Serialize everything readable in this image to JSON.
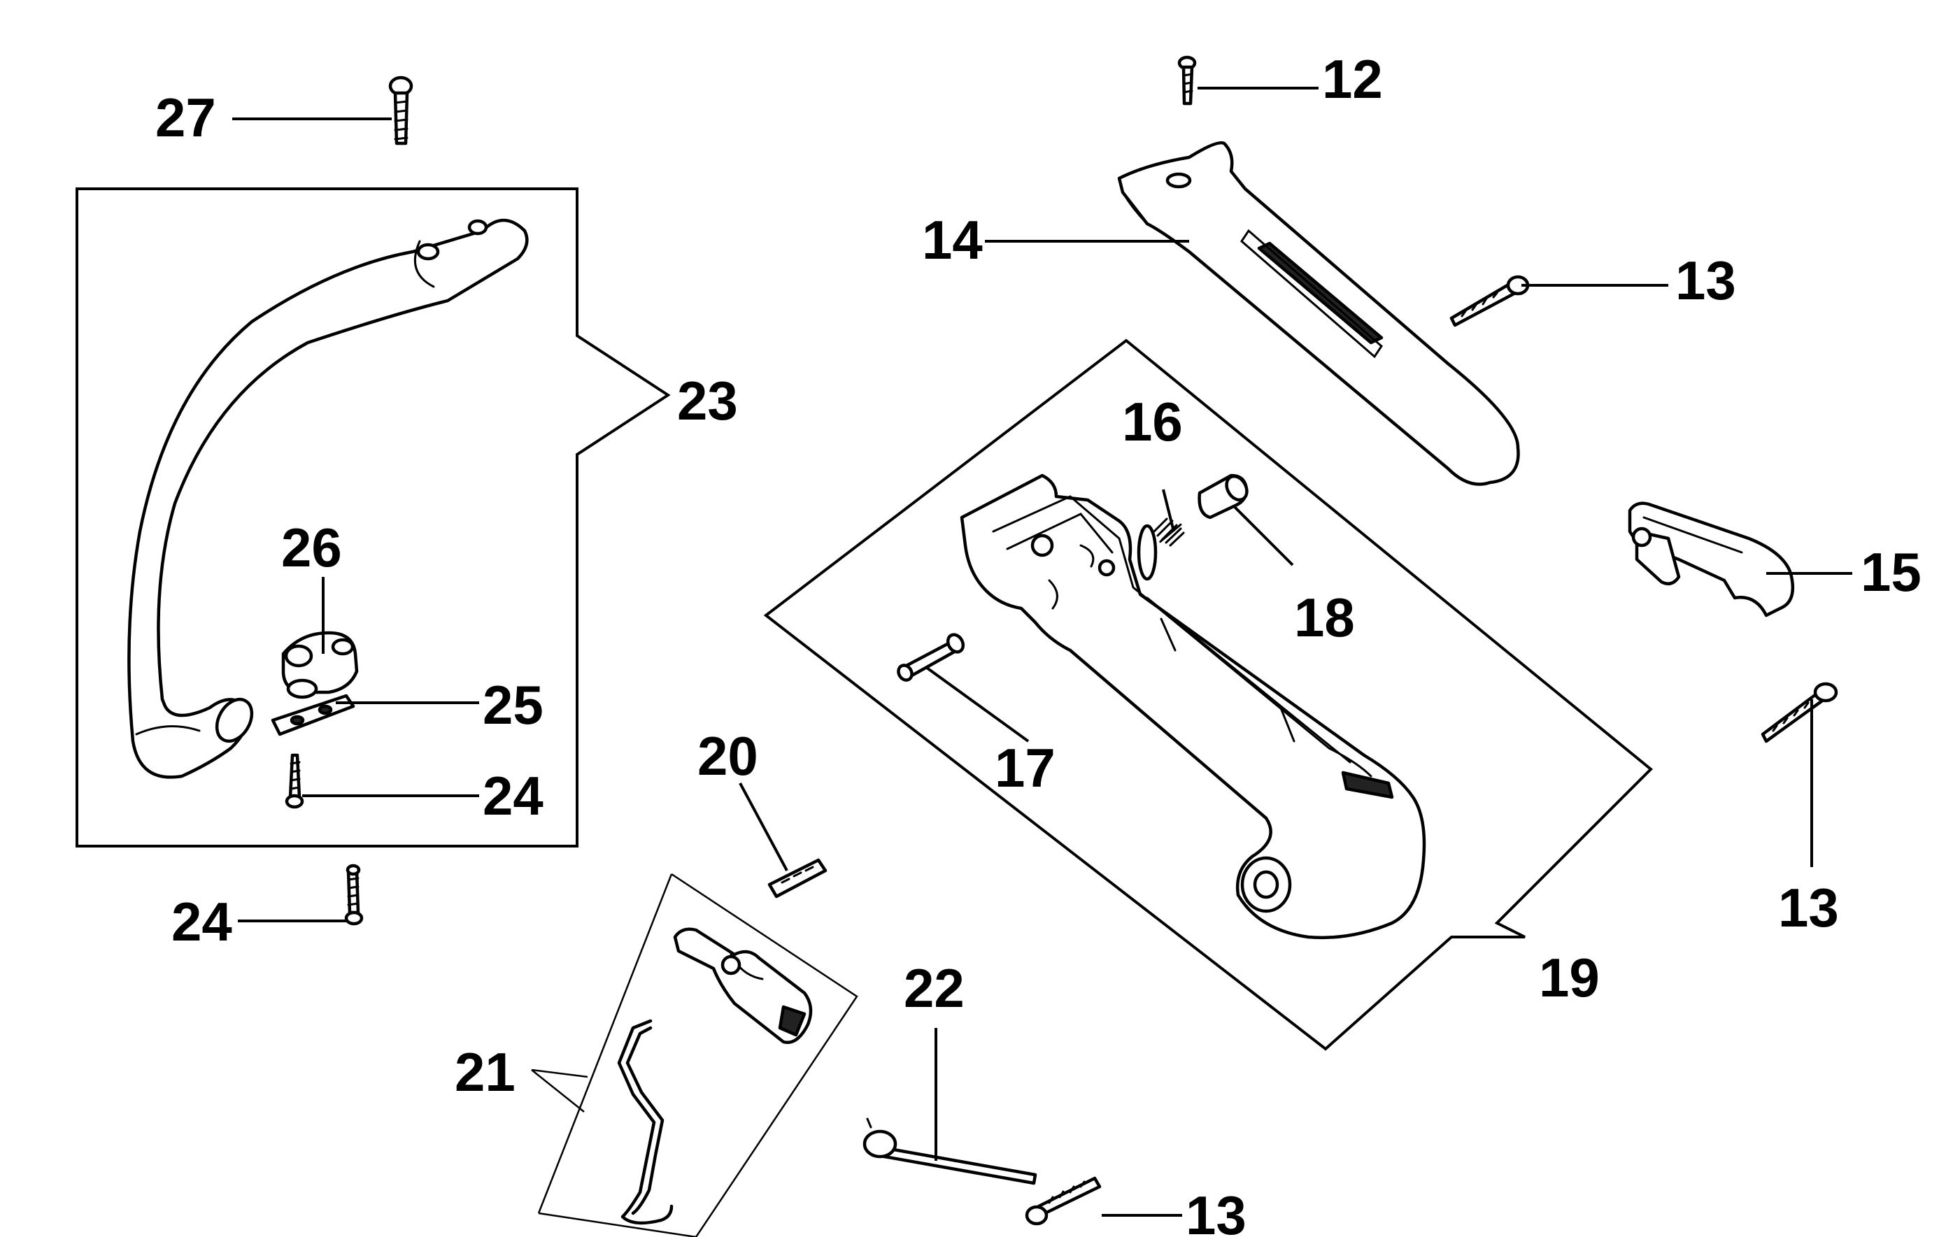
{
  "callouts": {
    "c12": "12",
    "c13a": "13",
    "c13b": "13",
    "c13c": "13",
    "c14": "14",
    "c15": "15",
    "c16": "16",
    "c17": "17",
    "c18": "18",
    "c19": "19",
    "c20": "20",
    "c21": "21",
    "c22": "22",
    "c23": "23",
    "c24a": "24",
    "c24b": "24",
    "c25": "25",
    "c26": "26",
    "c27": "27"
  }
}
